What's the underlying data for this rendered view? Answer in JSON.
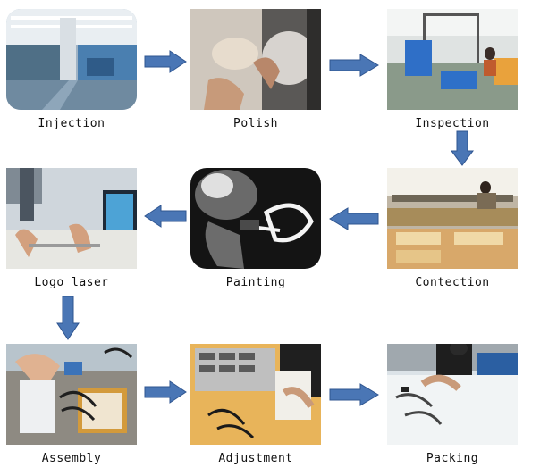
{
  "steps": [
    {
      "label": "Injection"
    },
    {
      "label": "Polish"
    },
    {
      "label": "Inspection"
    },
    {
      "label": "Contection"
    },
    {
      "label": "Painting"
    },
    {
      "label": "Logo laser"
    },
    {
      "label": "Assembly"
    },
    {
      "label": "Adjustment"
    },
    {
      "label": "Packing"
    }
  ],
  "colors": {
    "arrow_fill": "#4a76b5",
    "arrow_stroke": "#2f5590",
    "label": "#111111"
  }
}
